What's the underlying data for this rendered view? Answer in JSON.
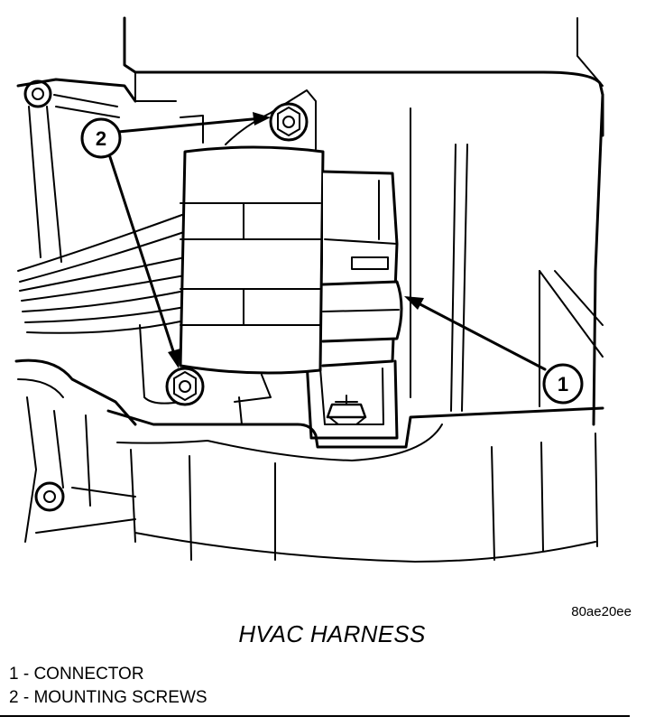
{
  "figure_code": "80ae20ee",
  "title": "HVAC HARNESS",
  "callouts": [
    {
      "number": "1"
    },
    {
      "number": "2"
    }
  ],
  "legend": [
    {
      "text": "1 - CONNECTOR"
    },
    {
      "text": "2 - MOUNTING SCREWS"
    }
  ],
  "colors": {
    "ink": "#000000",
    "paper": "#ffffff"
  }
}
